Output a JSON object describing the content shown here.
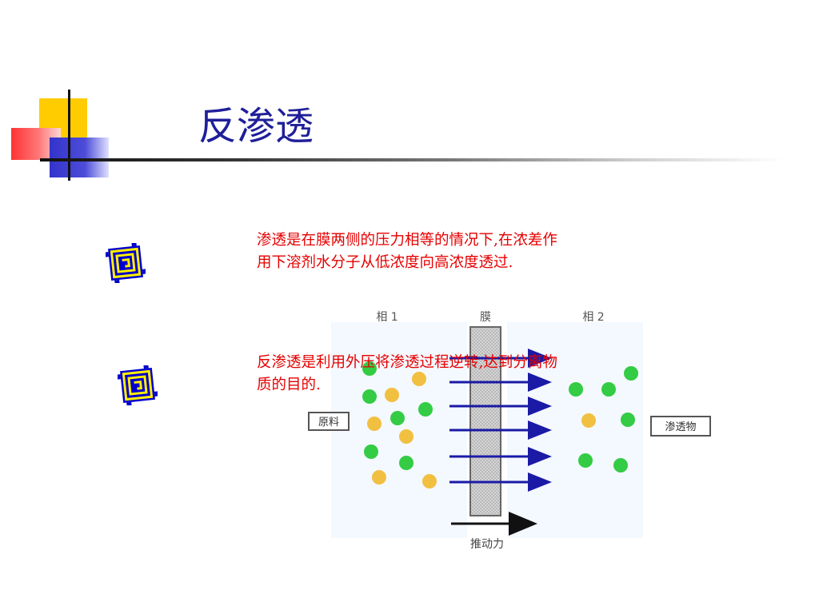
{
  "slide": {
    "title": "反渗透",
    "bullets": [
      {
        "icon": "square-spiral-icon",
        "line1": "渗透是在膜两侧的压力相等的情况下,在浓差作",
        "line2": "用下溶剂水分子从低浓度向高浓度透过."
      },
      {
        "icon": "square-spiral-icon",
        "line1": "反渗透是利用外压将渗透过程逆转,达到分离物",
        "line2": "质的目的."
      }
    ]
  },
  "diagram": {
    "label_phase1": "相 1",
    "label_membrane": "膜",
    "label_phase2": "相 2",
    "label_feed": "原料",
    "label_permeate": "渗透物",
    "label_driving_force": "推动力",
    "colors": {
      "green": "#33cc44",
      "orange": "#f2c040",
      "arrow": "#1a1aa6",
      "membrane": "#c8c8c8",
      "text_red": "#e60000",
      "title_blue": "#1f1f99"
    }
  }
}
